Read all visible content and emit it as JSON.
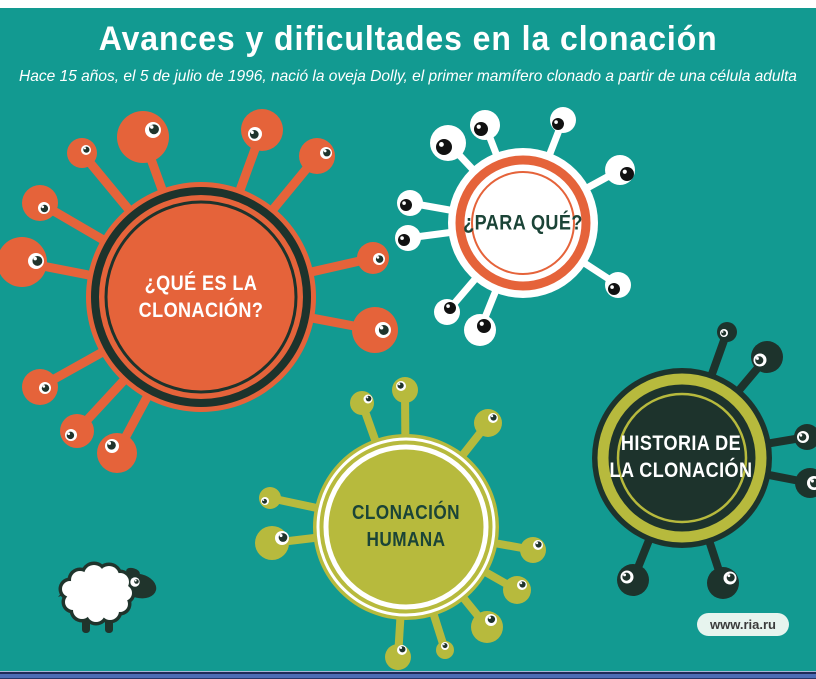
{
  "header": {
    "title": "Avances y dificultades en la clonación",
    "subtitle": "Hace 15 años, el 5 de julio de 1996, nació la oveja Dolly, el primer mamífero clonado a partir de una célula adulta"
  },
  "cells": {
    "que_es": {
      "line1": "¿QUÉ ES LA",
      "line2": "CLONACIÓN?"
    },
    "para_que": {
      "label": "¿PARA QUÉ?"
    },
    "humana": {
      "line1": "CLONACIÓN",
      "line2": "HUMANA"
    },
    "historia": {
      "line1": "HISTORIA DE",
      "line2": "LA CLONACIÓN"
    }
  },
  "footer": {
    "site_label": "www.ria.ru"
  },
  "icons": {
    "mascot": "sheep-icon"
  },
  "colors": {
    "background_teal": "#129a91",
    "orange": "#e5633a",
    "olive_green": "#b7ba3d",
    "dark_green_black": "#1d332c",
    "label_dark_green": "#1b4437",
    "white": "#ffffff",
    "bottom_bar_blue": "#4c6cb4",
    "bottom_bar_navy": "#1f2a58",
    "badge_background": "#e7f4ee"
  }
}
